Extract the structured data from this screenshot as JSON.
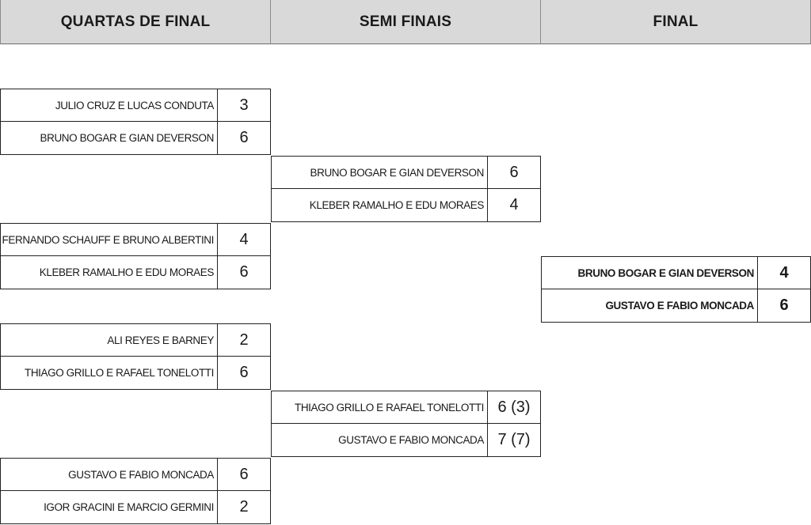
{
  "headers": [
    "QUARTAS DE FINAL",
    "SEMI FINAIS",
    "FINAL"
  ],
  "quarterfinals": [
    {
      "name": "JULIO CRUZ E LUCAS CONDUTA",
      "score": "3"
    },
    {
      "name": "BRUNO BOGAR E GIAN DEVERSON",
      "score": "6"
    },
    {
      "name": "FERNANDO SCHAUFF E BRUNO ALBERTINI",
      "score": "4"
    },
    {
      "name": "KLEBER RAMALHO E EDU MORAES",
      "score": "6"
    },
    {
      "name": "ALI REYES E BARNEY",
      "score": "2"
    },
    {
      "name": "THIAGO GRILLO E RAFAEL TONELOTTI",
      "score": "6"
    },
    {
      "name": "GUSTAVO E FABIO MONCADA",
      "score": "6"
    },
    {
      "name": "IGOR GRACINI E MARCIO GERMINI",
      "score": "2"
    }
  ],
  "semifinals": [
    {
      "name": "BRUNO BOGAR E GIAN DEVERSON",
      "score": "6"
    },
    {
      "name": "KLEBER RAMALHO E EDU MORAES",
      "score": "4"
    },
    {
      "name": "THIAGO GRILLO E RAFAEL TONELOTTI",
      "score": "6 (3)"
    },
    {
      "name": "GUSTAVO E FABIO MONCADA",
      "score": "7 (7)"
    }
  ],
  "final": [
    {
      "name": "BRUNO BOGAR E GIAN DEVERSON",
      "score": "4"
    },
    {
      "name": "GUSTAVO E FABIO MONCADA",
      "score": "6"
    }
  ]
}
